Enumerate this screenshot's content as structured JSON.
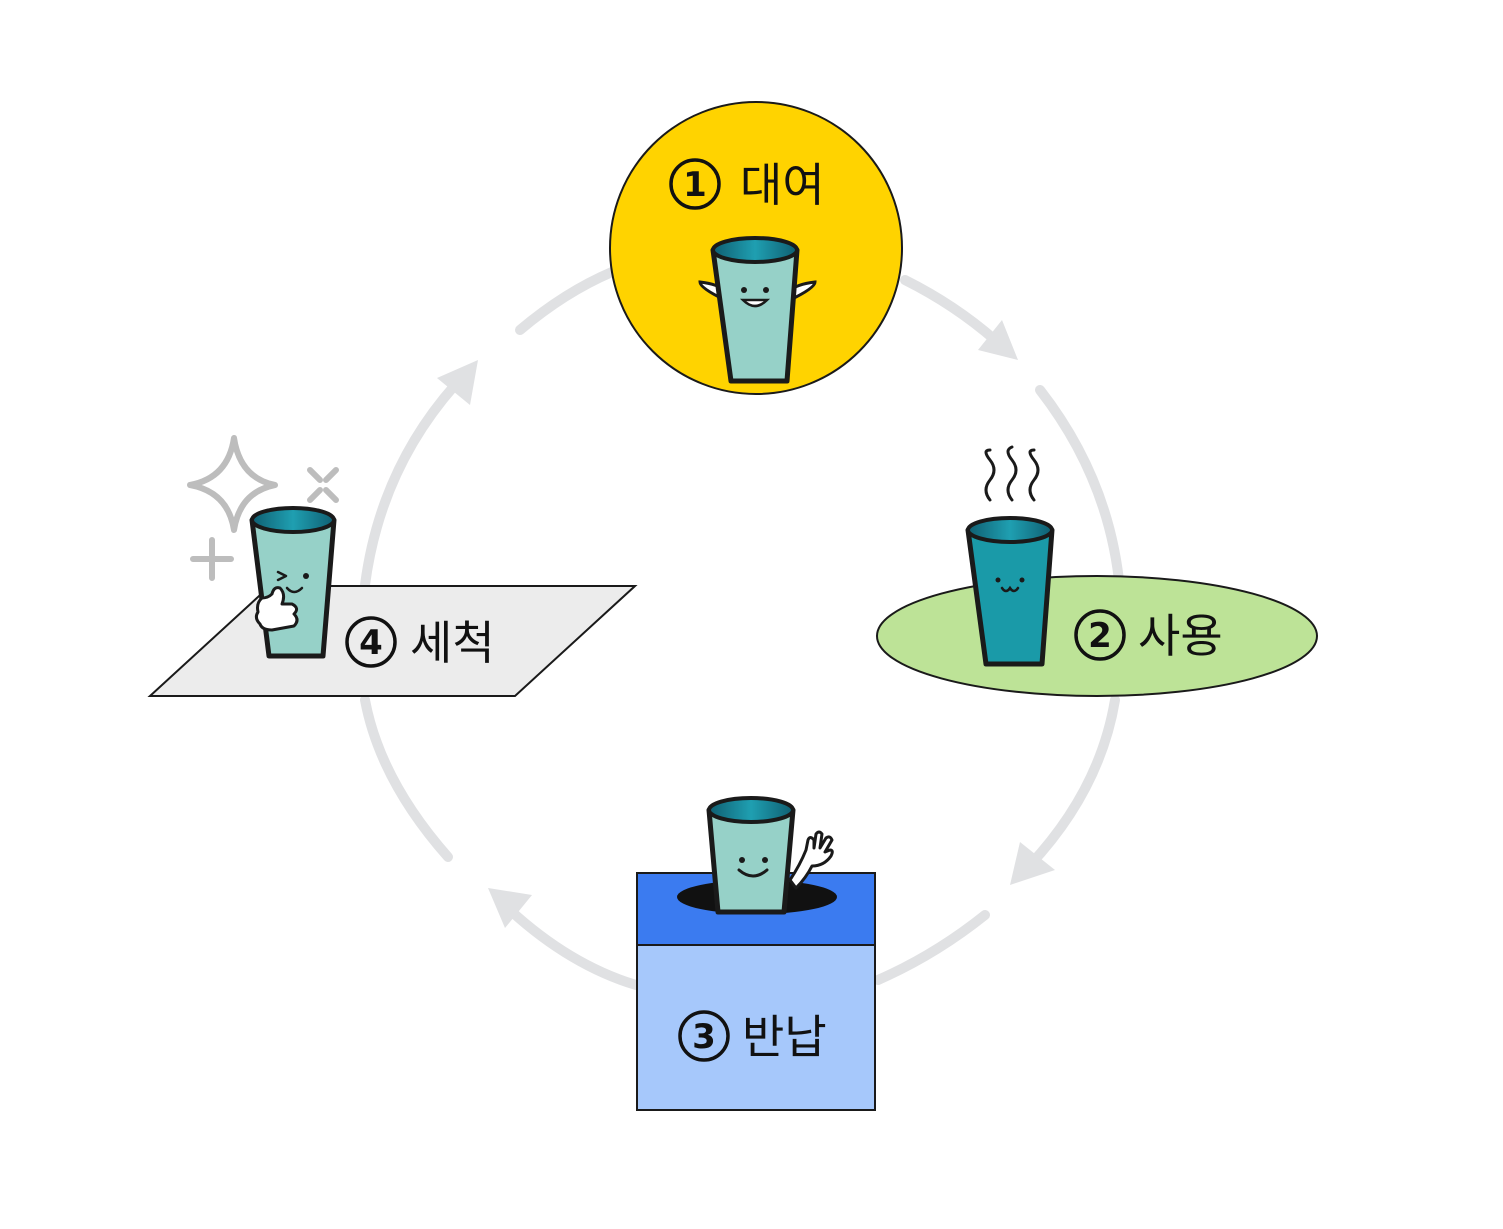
{
  "steps": [
    {
      "number": "1",
      "label": "대여"
    },
    {
      "number": "2",
      "label": "사용"
    },
    {
      "number": "3",
      "label": "반납"
    },
    {
      "number": "4",
      "label": "세척"
    }
  ],
  "colors": {
    "cycle_arrows": "#e0e1e3",
    "rent_circle": "#ffd300",
    "use_ellipse": "#bde397",
    "return_box_top": "#3b7bf0",
    "return_box_body": "#a6c8fb",
    "wash_mat": "#ececec",
    "cup_mint": "#96d1c8",
    "cup_teal": "#1a9aa8",
    "sparkle": "#bdbdbd"
  }
}
